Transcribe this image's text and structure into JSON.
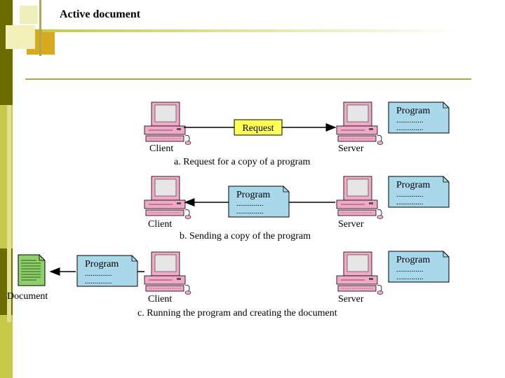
{
  "slide": {
    "title": "Active document"
  },
  "colors": {
    "accent_olive": "#6b6b00",
    "accent_yellow": "#c8c84b",
    "accent_gold": "#d6a91e",
    "program_box": "#a9d8ea",
    "request_box": "#ffff55",
    "computer_pink": "#f2a9c8"
  },
  "diagram": {
    "parts": {
      "a": {
        "client_label": "Client",
        "server_label": "Server",
        "request_label": "Request",
        "server_program": {
          "title": "Program",
          "dots1": "..............",
          "dots2": ".............."
        },
        "caption": "a. Request for  a copy of a program"
      },
      "b": {
        "client_label": "Client",
        "server_label": "Server",
        "transit_program": {
          "title": "Program",
          "dots1": "..............",
          "dots2": ".............."
        },
        "server_program": {
          "title": "Program",
          "dots1": "..............",
          "dots2": ".............."
        },
        "caption": "b. Sending a copy of the program"
      },
      "c": {
        "client_label": "Client",
        "server_label": "Server",
        "document_label": "Document",
        "client_program": {
          "title": "Program",
          "dots1": "..............",
          "dots2": ".............."
        },
        "server_program": {
          "title": "Program",
          "dots1": "..............",
          "dots2": ".............."
        },
        "caption": "c. Running the program and creating the document"
      }
    }
  }
}
